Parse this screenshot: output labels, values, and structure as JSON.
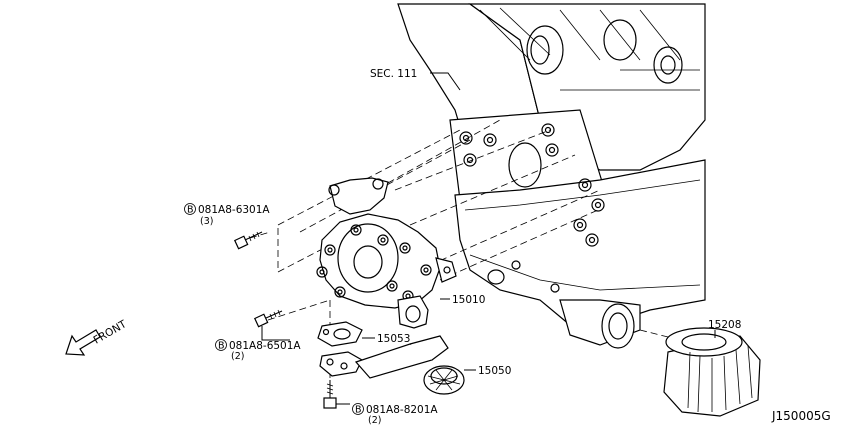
{
  "callouts": {
    "sec": "SEC. 111",
    "part_15010": "15010",
    "part_15053": "15053",
    "part_15050": "15050",
    "part_15208": "15208",
    "bolt_top": {
      "prefix": "B",
      "code": "081A8-6301A",
      "qty": "(3)"
    },
    "bolt_mid": {
      "prefix": "B",
      "code": "081A8-6501A",
      "qty": "(2)"
    },
    "bolt_bot": {
      "prefix": "B",
      "code": "081A8-8201A",
      "qty": "(2)"
    }
  },
  "direction": {
    "label": "FRONT"
  },
  "diagram_code": "J150005G"
}
